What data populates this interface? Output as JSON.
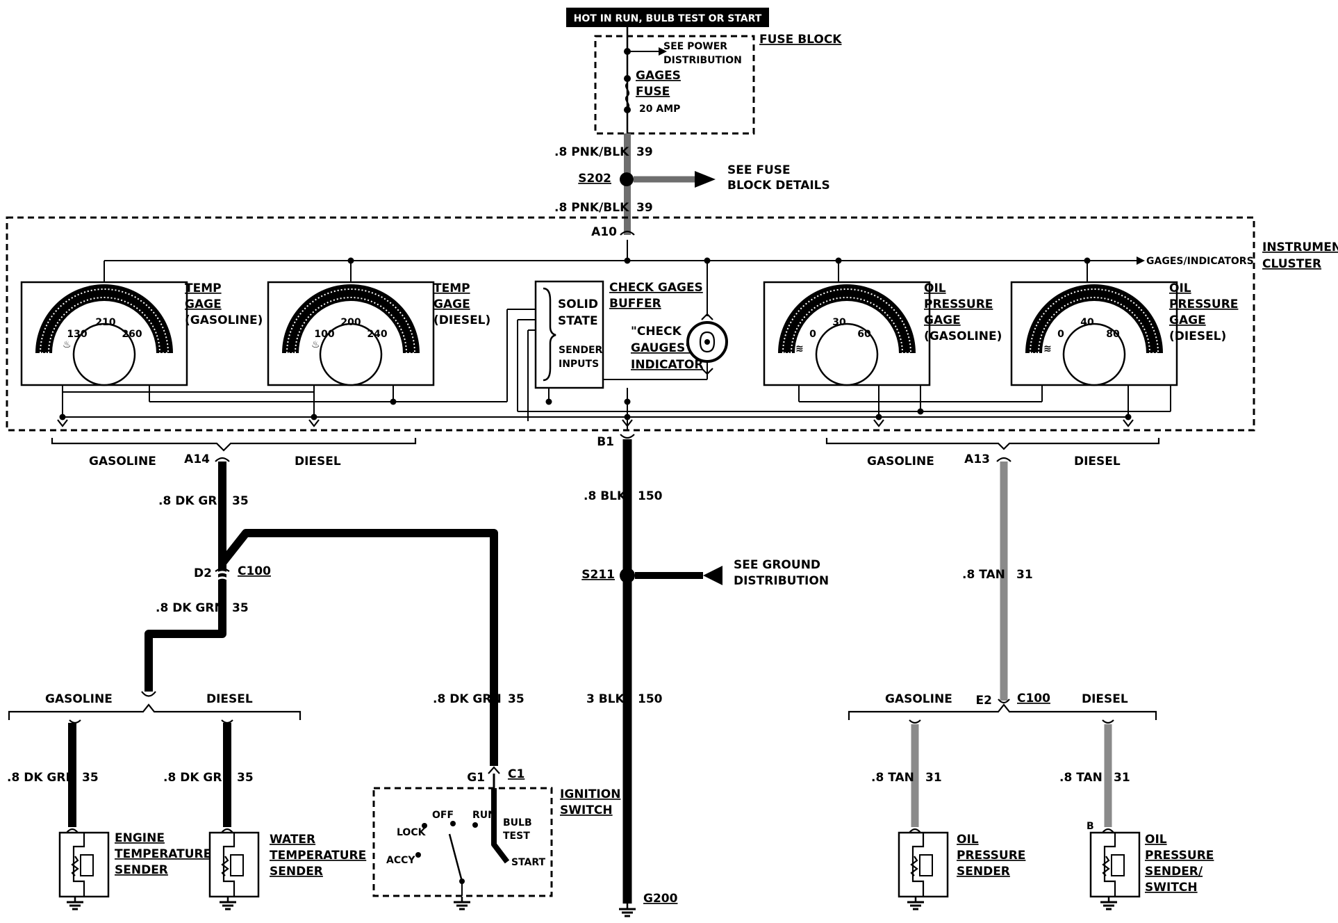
{
  "header": {
    "power_label": "HOT IN RUN, BULB TEST OR START"
  },
  "fuse_block": {
    "title": "FUSE BLOCK",
    "power_dist_line1": "SEE POWER",
    "power_dist_line2": "DISTRIBUTION",
    "fuse_line1": "GAGES",
    "fuse_line2": "FUSE",
    "rating": "20 AMP"
  },
  "feed": {
    "wire_upper_label": ".8 PNK/BLK",
    "wire_upper_circuit": "39",
    "splice": "S202",
    "fuse_details_line1": "SEE FUSE",
    "fuse_details_line2": "BLOCK DETAILS",
    "wire_lower_label": ".8 PNK/BLK",
    "wire_lower_circuit": "39",
    "connector": "A10"
  },
  "cluster": {
    "title_line1": "INSTRUMENT",
    "title_line2": "CLUSTER",
    "bus_label": "GAGES/INDICATORS",
    "temp_gas": {
      "l1": "TEMP",
      "l2": "GAGE",
      "l3": "(GASOLINE)",
      "ticks": [
        "130",
        "210",
        "260"
      ]
    },
    "temp_dsl": {
      "l1": "TEMP",
      "l2": "GAGE",
      "l3": "(DIESEL)",
      "ticks": [
        "100",
        "200",
        "240"
      ]
    },
    "solid_state": {
      "l1": "SOLID",
      "l2": "STATE",
      "l3": "SENDER",
      "l4": "INPUTS"
    },
    "buffer": {
      "l1": "CHECK GAGES",
      "l2": "BUFFER"
    },
    "indicator": {
      "l1": "\"CHECK",
      "l2": "GAUGES\"",
      "l3": "INDICATOR"
    },
    "oil_gas": {
      "l1": "OIL",
      "l2": "PRESSURE",
      "l3": "GAGE",
      "l4": "(GASOLINE)",
      "ticks": [
        "0",
        "30",
        "60"
      ]
    },
    "oil_dsl": {
      "l1": "OIL",
      "l2": "PRESSURE",
      "l3": "GAGE",
      "l4": "(DIESEL)",
      "ticks": [
        "0",
        "40",
        "80"
      ]
    }
  },
  "left_branch": {
    "gasoline": "GASOLINE",
    "diesel": "DIESEL",
    "connector": "A14",
    "wire1_label": ".8 DK GRN",
    "wire1_circuit": "35",
    "conn_d2": "D2",
    "conn_c100": "C100",
    "wire2_label": ".8 DK GRN",
    "wire2_circuit": "35",
    "gasoline2": "GASOLINE",
    "diesel2": "DIESEL",
    "wire3_label": ".8 DK GRN",
    "wire3_circuit": "35",
    "wire4_label": ".8 DK GRN",
    "wire4_circuit": "35",
    "engine_sender": {
      "l1": "ENGINE",
      "l2": "TEMPERATURE",
      "l3": "SENDER"
    },
    "water_sender": {
      "l1": "WATER",
      "l2": "TEMPERATURE",
      "l3": "SENDER"
    }
  },
  "ignition": {
    "wire_label": ".8 DK GRN",
    "wire_circuit": "35",
    "conn_g1": "G1",
    "conn_c1": "C1",
    "title_line1": "IGNITION",
    "title_line2": "SWITCH",
    "off": "OFF",
    "run": "RUN",
    "lock": "LOCK",
    "accy": "ACCY",
    "bulb": "BULB",
    "test": "TEST",
    "start": "START"
  },
  "ground": {
    "connector": "B1",
    "wire1_label": ".8 BLK",
    "wire1_circuit": "150",
    "splice": "S211",
    "ground_dist_line1": "SEE GROUND",
    "ground_dist_line2": "DISTRIBUTION",
    "wire2_label": "3 BLK",
    "wire2_circuit": "150",
    "ground_point": "G200"
  },
  "right_branch": {
    "gasoline": "GASOLINE",
    "diesel": "DIESEL",
    "connector": "A13",
    "wire1_label": ".8 TAN",
    "wire1_circuit": "31",
    "conn_e2": "E2",
    "conn_c100": "C100",
    "gasoline2": "GASOLINE",
    "diesel2": "DIESEL",
    "wire2_label": ".8 TAN",
    "wire2_circuit": "31",
    "wire3_label": ".8 TAN",
    "wire3_circuit": "31",
    "conn_b": "B",
    "oil_sender": {
      "l1": "OIL",
      "l2": "PRESSURE",
      "l3": "SENDER"
    },
    "oil_switch": {
      "l1": "OIL",
      "l2": "PRESSURE",
      "l3": "SENDER/",
      "l4": "SWITCH"
    }
  }
}
